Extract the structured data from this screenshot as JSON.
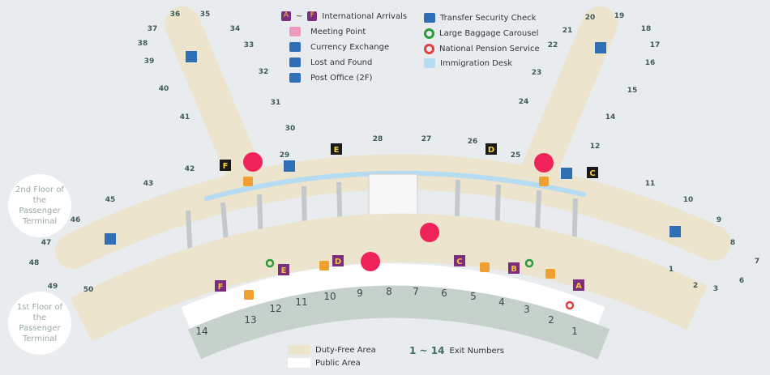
{
  "legend": {
    "arrivals_from": "A",
    "arrivals_to": "F",
    "arrivals_sep": "~",
    "items_left": [
      {
        "label": "International Arrivals",
        "icon": "arrivals-icon"
      },
      {
        "label": "Meeting Point",
        "icon": "meeting-point-icon"
      },
      {
        "label": "Currency Exchange",
        "icon": "currency-exchange-icon"
      },
      {
        "label": "Lost and Found",
        "icon": "lost-and-found-icon"
      },
      {
        "label": "Post Office (2F)",
        "icon": "post-office-icon"
      }
    ],
    "items_right": [
      {
        "label": "Transfer Security Check",
        "icon": "transfer-security-icon"
      },
      {
        "label": "Large Baggage Carousel",
        "icon": "baggage-carousel-icon"
      },
      {
        "label": "National Pension Service",
        "icon": "pension-service-icon"
      },
      {
        "label": "Immigration Desk",
        "icon": "immigration-desk-icon"
      }
    ],
    "duty_free": "Duty-Free Area",
    "public": "Public Area",
    "exit_range": "1 ~ 14",
    "exit_label": "Exit Numbers"
  },
  "floors": {
    "second": "2nd Floor of the Passenger Terminal",
    "first": "1st Floor of the Passenger Terminal"
  },
  "gates": [
    "36",
    "35",
    "37",
    "34",
    "38",
    "33",
    "39",
    "32",
    "40",
    "31",
    "41",
    "30",
    "29",
    "42",
    "43",
    "45",
    "46",
    "47",
    "48",
    "49",
    "50",
    "28",
    "27",
    "26",
    "25",
    "20",
    "19",
    "21",
    "18",
    "22",
    "17",
    "16",
    "23",
    "15",
    "24",
    "14",
    "12",
    "11",
    "10",
    "9",
    "8",
    "7",
    "1",
    "6",
    "2",
    "3"
  ],
  "exits": [
    "14",
    "13",
    "12",
    "11",
    "10",
    "9",
    "8",
    "7",
    "6",
    "5",
    "4",
    "3",
    "2",
    "1"
  ],
  "concourse_letters": [
    "F",
    "E",
    "D",
    "C"
  ],
  "arrival_letters": [
    "F",
    "E",
    "D",
    "C",
    "B",
    "A"
  ],
  "colors": {
    "duty_free": "#ece4cc",
    "public": "#ffffff",
    "exit_band": "#c6d1cb",
    "immigration": "#b5dcf2",
    "arrivals": "#7b2d7e",
    "arrivals_text": "#f3c23a",
    "concourse_badge": "#1a1a1a",
    "marker": "#f0225a",
    "icon_blue": "#2f6fb5",
    "info_orange": "#f0a030"
  }
}
